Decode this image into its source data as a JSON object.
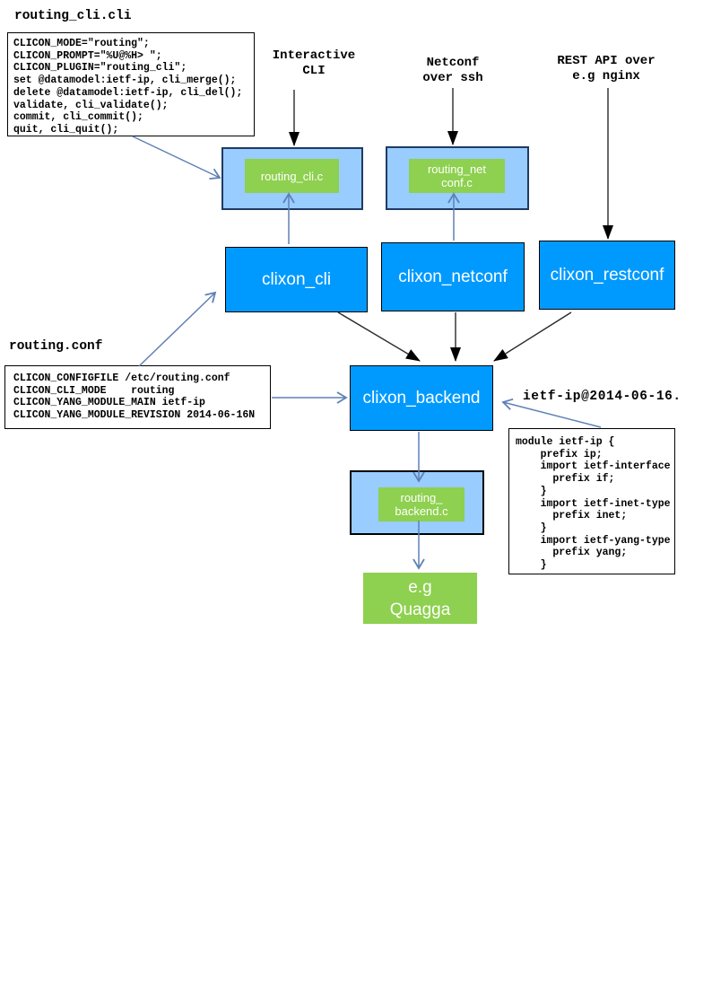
{
  "labels": {
    "routing_cli_file": "routing_cli.cli",
    "routing_conf_file": "routing.conf",
    "ietf_ip_file": "ietf-ip@2014-06-16.",
    "interactive_cli": "Interactive\nCLI",
    "netconf_over_ssh": "Netconf\nover ssh",
    "rest_api": "REST API over\ne.g nginx"
  },
  "nodes": {
    "routing_cli_c": "routing_cli.c",
    "routing_netconf_c": "routing_net\nconf.c",
    "clixon_cli": "clixon_cli",
    "clixon_netconf": "clixon_netconf",
    "clixon_restconf": "clixon_restconf",
    "clixon_backend": "clixon_backend",
    "routing_backend_c": "routing_\nbackend.c",
    "quagga": "e.g\nQuagga"
  },
  "code_boxes": {
    "routing_cli_cli": {
      "lines": [
        "CLICON_MODE=\"routing\";",
        "CLICON_PROMPT=\"%U@%H> \";",
        "CLICON_PLUGIN=\"routing_cli\";",
        "set @datamodel:ietf-ip, cli_merge();",
        "delete @datamodel:ietf-ip, cli_del();",
        "validate, cli_validate();",
        "commit, cli_commit();",
        "quit, cli_quit();"
      ]
    },
    "routing_conf": {
      "lines": [
        "CLICON_CONFIGFILE /etc/routing.conf",
        "CLICON_CLI_MODE    routing",
        "CLICON_YANG_MODULE_MAIN ietf-ip",
        "CLICON_YANG_MODULE_REVISION 2014-06-16N"
      ]
    },
    "ietf_ip_yang": {
      "lines": [
        "module ietf-ip {",
        "    prefix ip;",
        "    import ietf-interface",
        "      prefix if;",
        "    }",
        "    import ietf-inet-type",
        "      prefix inet;",
        "    }",
        "    import ietf-yang-type",
        "      prefix yang;",
        "    }"
      ]
    }
  },
  "colors": {
    "bright_blue": "#009aff",
    "light_blue": "#99ccff",
    "green": "#8ed04f",
    "connector_blue": "#5e81b5",
    "container_border": "#1f3b63",
    "arrow_black": "#2b2b2b"
  }
}
